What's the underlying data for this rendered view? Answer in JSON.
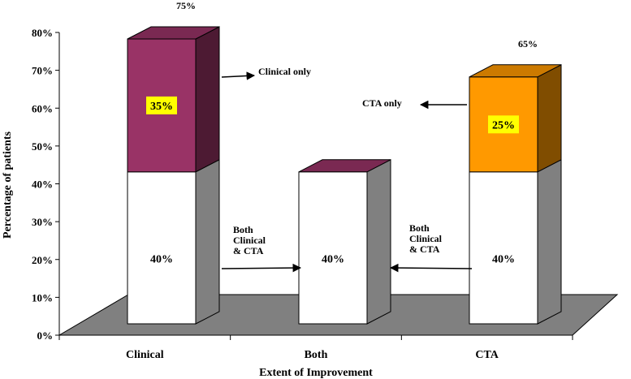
{
  "chart_data": {
    "type": "bar",
    "stacked": true,
    "three_d": true,
    "categories": [
      "Clinical",
      "Both",
      "CTA"
    ],
    "series": [
      {
        "values": [
          40,
          40,
          40
        ],
        "labels": [
          "40%",
          "40%",
          "40%"
        ],
        "color": "#ffffff"
      },
      {
        "values": [
          35,
          0,
          25
        ],
        "labels": [
          "35%",
          "",
          "25%"
        ],
        "color_by_category": [
          "#993366",
          "#993366",
          "#ff9900"
        ]
      }
    ],
    "totals": [
      "75%",
      "",
      "65%"
    ],
    "ylabel": "Percentage of patients",
    "xlabel": "Extent of Improvement",
    "ylim": [
      0,
      80
    ],
    "yticks": [
      "0%",
      "10%",
      "20%",
      "30%",
      "40%",
      "50%",
      "60%",
      "70%",
      "80%"
    ],
    "floor_color": "#808080",
    "side_color": "#808080",
    "label_highlight_color": "#ffff00",
    "annotations": [
      {
        "text_lines": [
          "Clinical only"
        ],
        "arrow": "right"
      },
      {
        "text_lines": [
          "CTA only"
        ],
        "arrow": "left"
      },
      {
        "text_lines": [
          "Both",
          "Clinical",
          "& CTA"
        ],
        "arrow": "right"
      },
      {
        "text_lines": [
          "Both",
          "Clinical",
          "& CTA"
        ],
        "arrow": "left"
      }
    ]
  }
}
